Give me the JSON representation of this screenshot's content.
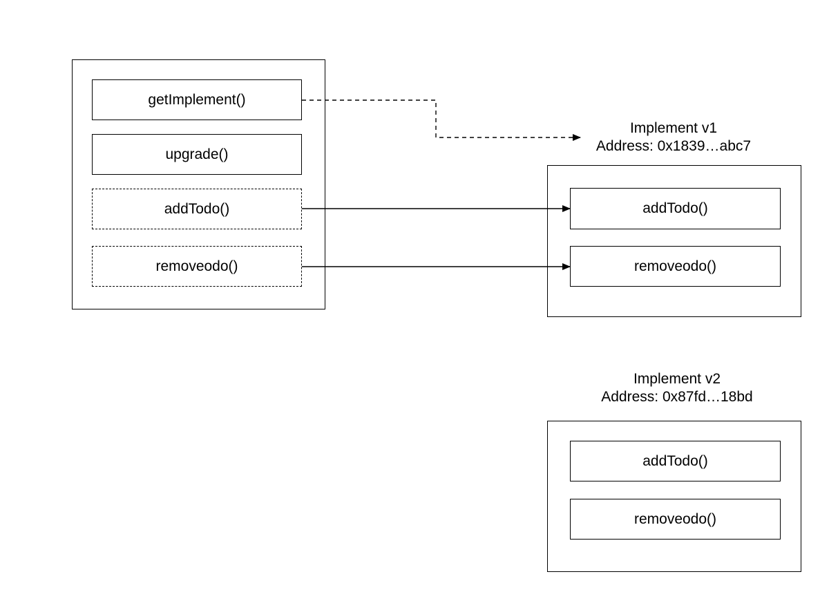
{
  "proxy": {
    "functions": [
      {
        "label": "getImplement()",
        "style": "solid"
      },
      {
        "label": "upgrade()",
        "style": "solid"
      },
      {
        "label": "addTodo()",
        "style": "dashed"
      },
      {
        "label": "removeodo()",
        "style": "dashed"
      }
    ]
  },
  "implement_v1": {
    "name": "Implement v1",
    "address": "Address: 0x1839…abc7",
    "functions": [
      {
        "label": "addTodo()"
      },
      {
        "label": "removeodo()"
      }
    ]
  },
  "implement_v2": {
    "name": "Implement v2",
    "address": "Address: 0x87fd…18bd",
    "functions": [
      {
        "label": "addTodo()"
      },
      {
        "label": "removeodo()"
      }
    ]
  },
  "colors": {
    "line": "#000000",
    "background": "#ffffff"
  }
}
